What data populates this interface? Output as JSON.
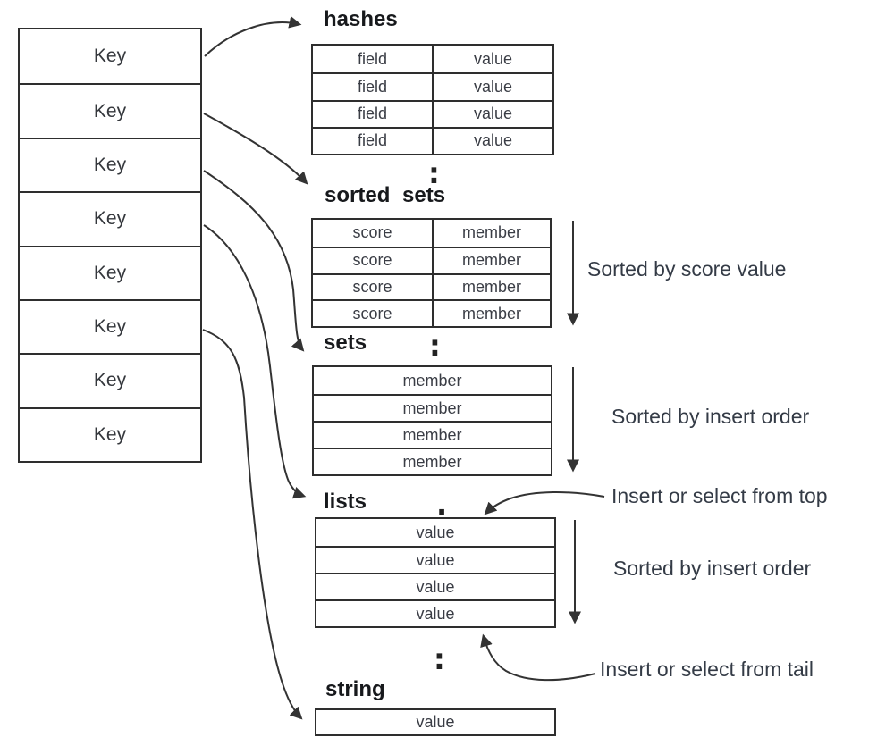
{
  "key_column": {
    "items": [
      "Key",
      "Key",
      "Key",
      "Key",
      "Key",
      "Key",
      "Key",
      "Key"
    ]
  },
  "structures": {
    "hashes": {
      "title": "hashes",
      "rows": [
        [
          "field",
          "value"
        ],
        [
          "field",
          "value"
        ],
        [
          "field",
          "value"
        ],
        [
          "field",
          "value"
        ]
      ],
      "ellipsis": ":"
    },
    "sorted_sets": {
      "title": "sorted sets",
      "rows": [
        [
          "score",
          "member"
        ],
        [
          "score",
          "member"
        ],
        [
          "score",
          "member"
        ],
        [
          "score",
          "member"
        ]
      ],
      "side_note": "Sorted by score value",
      "ellipsis": ":"
    },
    "sets": {
      "title": "sets",
      "rows": [
        [
          "member"
        ],
        [
          "member"
        ],
        [
          "member"
        ],
        [
          "member"
        ]
      ],
      "side_note": "Sorted by insert order"
    },
    "lists": {
      "title": "lists",
      "rows": [
        [
          "value"
        ],
        [
          "value"
        ],
        [
          "value"
        ],
        [
          "value"
        ]
      ],
      "side_note": "Sorted by insert order",
      "top_note": "Insert or select from top",
      "tail_note": "Insert or select from tail",
      "ellipsis_top": ".",
      "ellipsis_bottom": ":"
    },
    "string": {
      "title": "string",
      "rows": [
        [
          "value"
        ]
      ]
    }
  },
  "colors": {
    "background": "#ffffff",
    "line": "#333333",
    "text": "#343b46",
    "label": "#17191c"
  }
}
